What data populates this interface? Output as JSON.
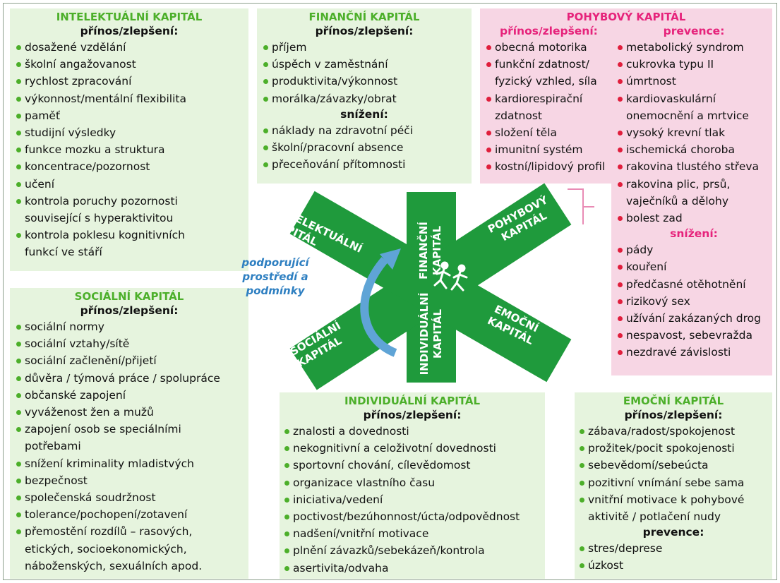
{
  "intelektualni": {
    "title": "INTELEKTUÁLNÍ KAPITÁL",
    "subtitle": "přínos/zlepšení:",
    "items": [
      "dosažené vzdělání",
      "školní angažovanost",
      "rychlost zpracování",
      "výkonnost/mentální flexibilita",
      "paměť",
      "studijní výsledky",
      "funkce mozku a struktura",
      "koncentrace/pozornost",
      "učení",
      "kontrola poruchy pozornosti",
      "související s hyperaktivitou",
      "kontrola poklesu kognitivních",
      "funkcí ve stáří"
    ]
  },
  "financni": {
    "title": "FINANČNÍ KAPITÁL",
    "subtitle": "přínos/zlepšení:",
    "items": [
      "příjem",
      "úspěch v zaměstnání",
      "produktivita/výkonnost",
      "morálka/závazky/obrat"
    ],
    "subtitle2": "snížení:",
    "items2": [
      "náklady na zdravotní péči",
      "školní/pracovní absence",
      "přeceňování přítomnosti"
    ]
  },
  "pohybovy": {
    "title": "POHYBOVÝ KAPITÁL",
    "subtitle_left": "přínos/zlepšení:",
    "subtitle_right": "prevence:",
    "items_left": [
      "obecná motorika",
      "funkční zdatnost/",
      "fyzický vzhled, síla",
      "kardiorespirační",
      "zdatnost",
      "složení těla",
      "imunitní systém",
      "kostní/lipidový profil"
    ],
    "items_right": [
      "metabolický syndrom",
      "cukrovka typu II",
      "úmrtnost",
      "kardiovaskulární",
      "onemocnění a mrtvice",
      "vysoký krevní tlak",
      "ischemická choroba",
      "rakovina tlustého střeva",
      "rakovina plic, prsů,",
      "vaječníků a dělohy",
      "bolest zad"
    ],
    "subtitle3": "snížení:",
    "items3": [
      "pády",
      "kouření",
      "předčasné otěhotnění",
      "rizikový sex",
      "užívání zakázaných drog",
      "nespavost, sebevražda",
      "nezdravé závislosti"
    ]
  },
  "socialni": {
    "title": "SOCIÁLNÍ KAPITÁL",
    "subtitle": "přínos/zlepšení:",
    "items": [
      "sociální normy",
      "sociální vztahy/sítě",
      "sociální začlenění/přijetí",
      "důvěra / týmová práce / spolupráce",
      "občanské zapojení",
      "vyváženost žen a mužů",
      "zapojení osob se speciálními",
      "potřebami",
      "snížení kriminality mladistvých",
      "bezpečnost",
      "společenská soudržnost",
      "tolerance/pochopení/zotavení",
      "přemostění rozdílů – rasových,",
      "etických, socioekonomických,",
      "náboženských, sexuálních apod."
    ]
  },
  "individualni": {
    "title": "INDIVIDUÁLNÍ KAPITÁL",
    "subtitle": "přínos/zlepšení:",
    "items": [
      "znalosti a dovednosti",
      "nekognitivní a celoživotní dovednosti",
      "sportovní chování, cílevědomost",
      "organizace vlastního času",
      "iniciativa/vedení",
      "poctivost/bezúhonnost/úcta/odpovědnost",
      "nadšení/vnitřní motivace",
      "plnění závazků/sebekázeň/kontrola",
      "asertivita/odvaha"
    ]
  },
  "emocni": {
    "title": "EMOČNÍ KAPITÁL",
    "subtitle": "přínos/zlepšení:",
    "items": [
      "zábava/radost/spokojenost",
      "prožitek/pocit spokojenosti",
      "sebevědomí/sebeúcta",
      "pozitivní vnímání sebe sama",
      "vnitřní motivace k pohybové",
      "aktivitě / potlačení nudy"
    ],
    "subtitle2": "prevence:",
    "items2": [
      "stres/deprese",
      "úzkost"
    ]
  },
  "star": {
    "arm_intelektualni_1": "INTELEKTUÁLNÍ",
    "arm_intelektualni_2": "KAPITÁL",
    "arm_financni_1": "FINANČNÍ",
    "arm_financni_2": "KAPITÁL",
    "arm_pohybovy_1": "POHYBOVÝ",
    "arm_pohybovy_2": "KAPITÁL",
    "arm_emocni_1": "EMOČNÍ",
    "arm_emocni_2": "KAPITÁL",
    "arm_socialni_1": "SOCIÁLNÍ",
    "arm_socialni_2": "KAPITÁL",
    "arm_individualni_1": "INDIVIDUÁLNÍ",
    "arm_individualni_2": "KAPITÁL",
    "support_1": "podporující",
    "support_2": "prostředí a",
    "support_3": "podmínky"
  },
  "colors": {
    "green_box": "#e6f4de",
    "pink_box": "#f7d6e4",
    "star_green": "#1f9a3c",
    "title_green": "#4caf2a",
    "title_pink": "#e6237b",
    "support_blue": "#2e7fc1"
  }
}
